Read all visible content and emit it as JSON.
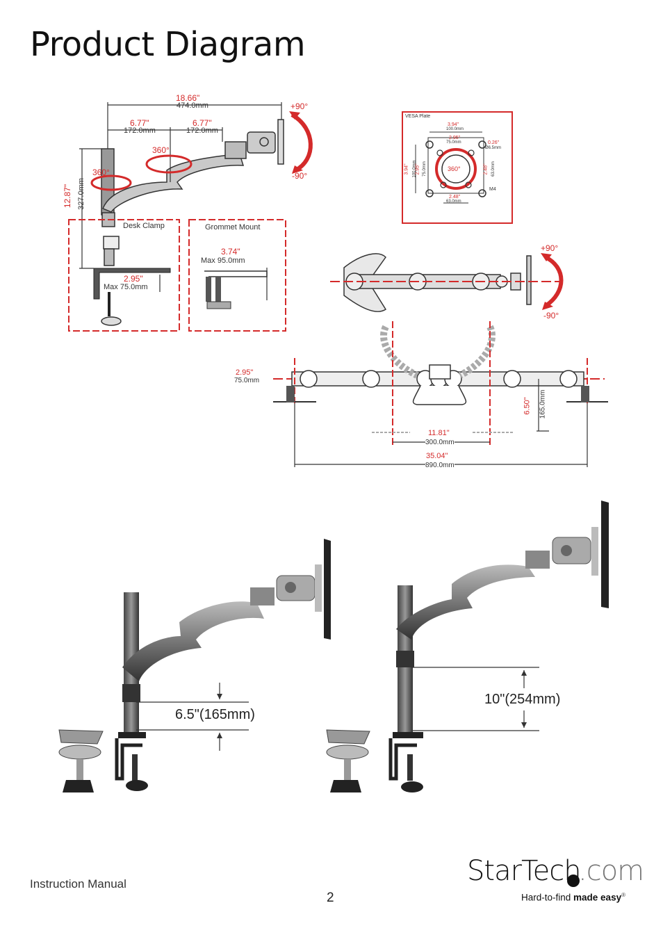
{
  "page": {
    "title": "Product Diagram",
    "footer_left": "Instruction Manual",
    "page_number": "2"
  },
  "logo": {
    "brand": "StarTech",
    "domain": ".com",
    "tagline_regular": "Hard-to-find ",
    "tagline_bold": "made easy",
    "registered": "®"
  },
  "diagram_top": {
    "dim_width_in": "18.66\"",
    "dim_width_mm": "474.0mm",
    "dim_arm1_in": "6.77\"",
    "dim_arm1_mm": "172.0mm",
    "dim_arm2_in": "6.77\"",
    "dim_arm2_mm": "172.0mm",
    "tilt_up": "+90°",
    "tilt_down": "-90°",
    "rot_1": "360°",
    "rot_2": "360°",
    "height_in": "12.87\"",
    "height_mm": "327.0mm",
    "desk_clamp_label": "Desk Clamp",
    "desk_clamp_in": "2.95\"",
    "desk_clamp_max": "Max 75.0mm",
    "grommet_label": "Grommet Mount",
    "grommet_in": "3.74\"",
    "grommet_max": "Max 95.0mm"
  },
  "vesa": {
    "label": "VESA Plate",
    "top_in": "3.94\"",
    "top_mm": "100.0mm",
    "inner_in": "2.95\"",
    "inner_mm": "75.0mm",
    "hole_in": "0.26\"",
    "hole_mm": "Ø6.5mm",
    "left_in": "3.94\"",
    "left_mm": "100.0mm",
    "left2_in": "2.95\"",
    "left2_mm": "75.0mm",
    "right_in": "2.48\"",
    "right_mm": "63.0mm",
    "rotation": "360°",
    "screw": "M4",
    "bottom_in": "2.48\"",
    "bottom_mm": "63.0mm"
  },
  "diagram_side": {
    "tilt_up": "+90°",
    "tilt_down": "-90°"
  },
  "diagram_topview": {
    "clamp_in": "2.95\"",
    "clamp_mm": "75.0mm",
    "depth_in": "6.50\"",
    "depth_mm": "165.0mm",
    "span_in": "11.81\"",
    "span_mm": "300.0mm",
    "total_in": "35.04\"",
    "total_mm": "890.0mm"
  },
  "photo_left": {
    "label": "6.5\"(165mm)"
  },
  "photo_right": {
    "label": "10\"(254mm)"
  }
}
